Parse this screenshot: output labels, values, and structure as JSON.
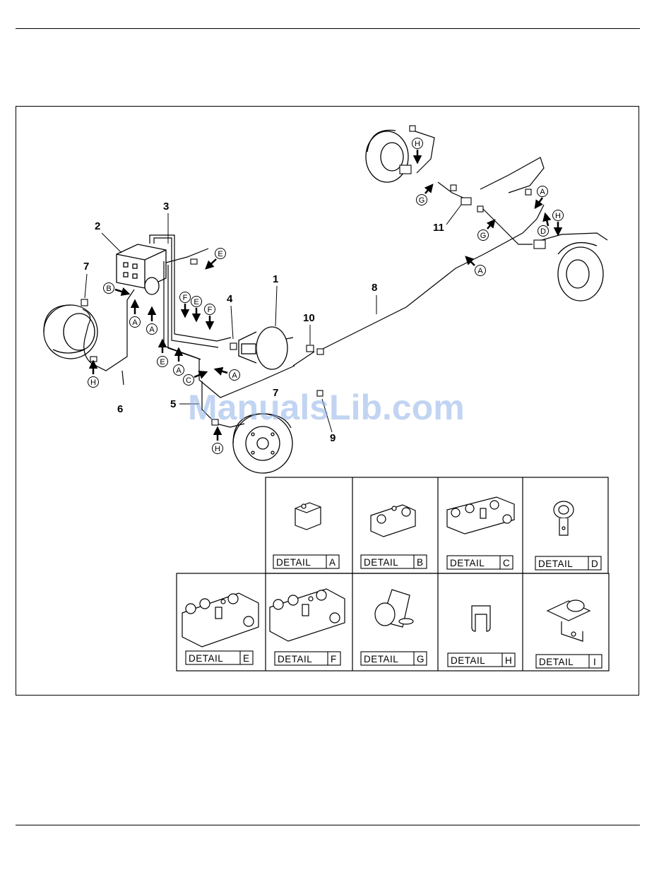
{
  "callouts": {
    "n1": "1",
    "n2": "2",
    "n3": "3",
    "n4": "4",
    "n5": "5",
    "n6": "6",
    "n7a": "7",
    "n7b": "7",
    "n8": "8",
    "n9": "9",
    "n10": "10",
    "n11": "11"
  },
  "clip_markers": {
    "A": "A",
    "B": "B",
    "C": "C",
    "D": "D",
    "E": "E",
    "F": "F",
    "G": "G",
    "H": "H"
  },
  "details": {
    "prefix": "DETAIL",
    "letters": [
      "A",
      "B",
      "C",
      "D",
      "E",
      "F",
      "G",
      "H",
      "I"
    ]
  },
  "watermark": "ManualsLib.com"
}
